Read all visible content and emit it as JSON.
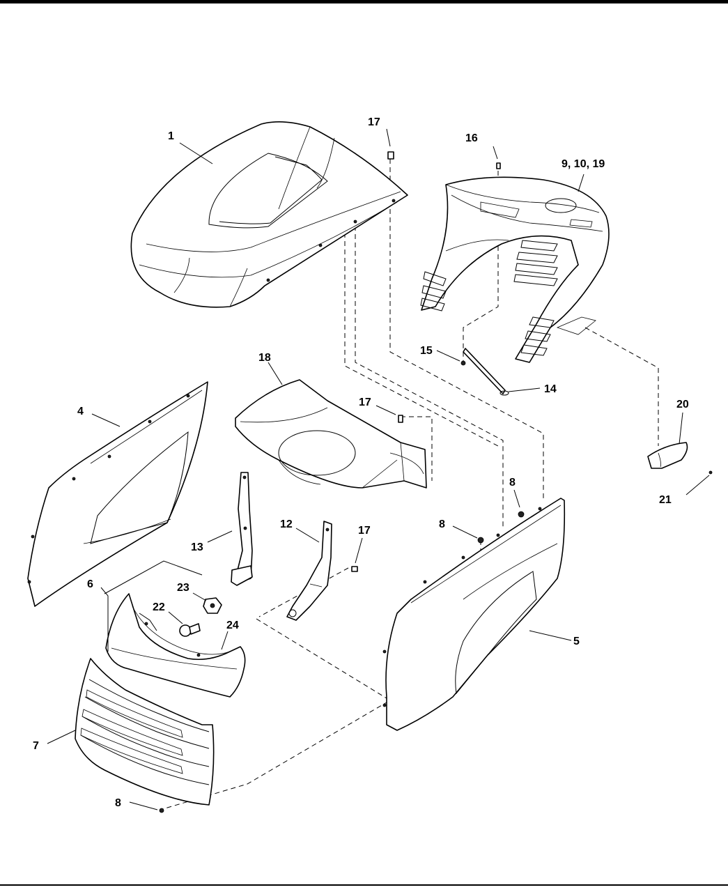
{
  "callouts": {
    "c1": "1",
    "c17a": "17",
    "c16": "16",
    "c9": "9, 10, 19",
    "c15": "15",
    "c14": "14",
    "c18": "18",
    "c17b": "17",
    "c4": "4",
    "c20": "20",
    "c8a": "8",
    "c21": "21",
    "c13": "13",
    "c12": "12",
    "c17c": "17",
    "c8b": "8",
    "c6": "6",
    "c23": "23",
    "c22": "22",
    "c24": "24",
    "c5": "5",
    "c7": "7",
    "c8c": "8"
  }
}
